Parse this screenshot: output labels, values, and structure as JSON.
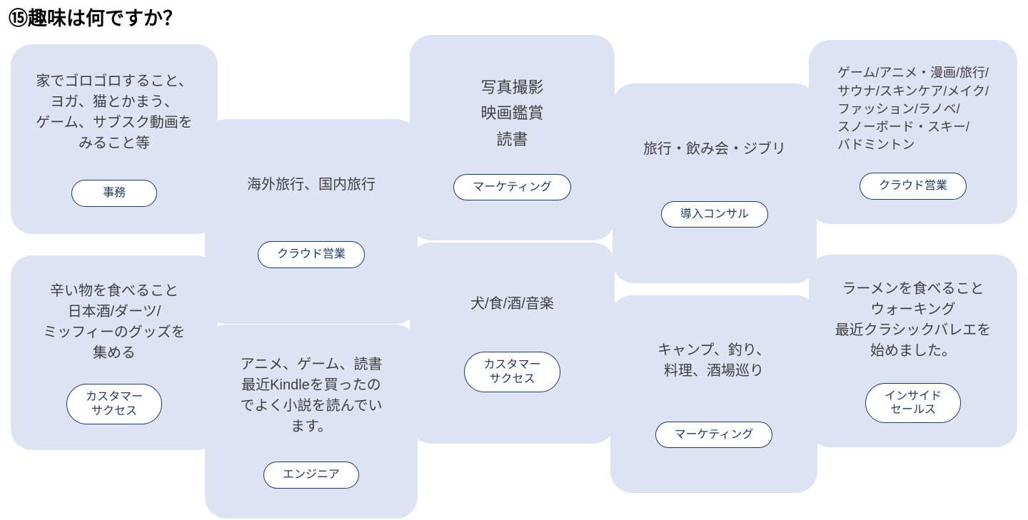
{
  "title": "⑮趣味は何ですか？",
  "colors": {
    "card_bg": "#dde3f2",
    "pill_border": "#1f3864",
    "pill_text": "#1f3864",
    "body_text": "#3f3f3f"
  },
  "cards": [
    {
      "hobby": "家でゴロゴロすること、\nヨガ、猫とかまう、\nゲーム、サブスク動画を\nみること等",
      "role": "事務"
    },
    {
      "hobby": "海外旅行、国内旅行",
      "role": "クラウド営業"
    },
    {
      "hobby": "写真撮影\n映画鑑賞\n読書",
      "role": "マーケティング"
    },
    {
      "hobby": "旅行・飲み会・ジブリ",
      "role": "導入コンサル"
    },
    {
      "hobby": "ゲーム/アニメ・漫画/旅行/\nサウナ/スキンケア/メイク/\nファッション/ラノベ/\nスノーボード・スキー/\nバドミントン",
      "role": "クラウド営業"
    },
    {
      "hobby": "辛い物を食べること\n日本酒/ダーツ/\nミッフィーのグッズを\n集める",
      "role": "カスタマー\nサクセス"
    },
    {
      "hobby": "アニメ、ゲーム、読書\n最近Kindleを買ったの\nでよく小説を読んでい\nます。",
      "role": "エンジニア"
    },
    {
      "hobby": "犬/食/酒/音楽",
      "role": "カスタマー\nサクセス"
    },
    {
      "hobby": "キャンプ、釣り、\n料理、酒場巡り",
      "role": "マーケティング"
    },
    {
      "hobby": "ラーメンを食べること\nウォーキング\n最近クラシックバレエを\n始めました。",
      "role": "インサイド\nセールス"
    }
  ]
}
